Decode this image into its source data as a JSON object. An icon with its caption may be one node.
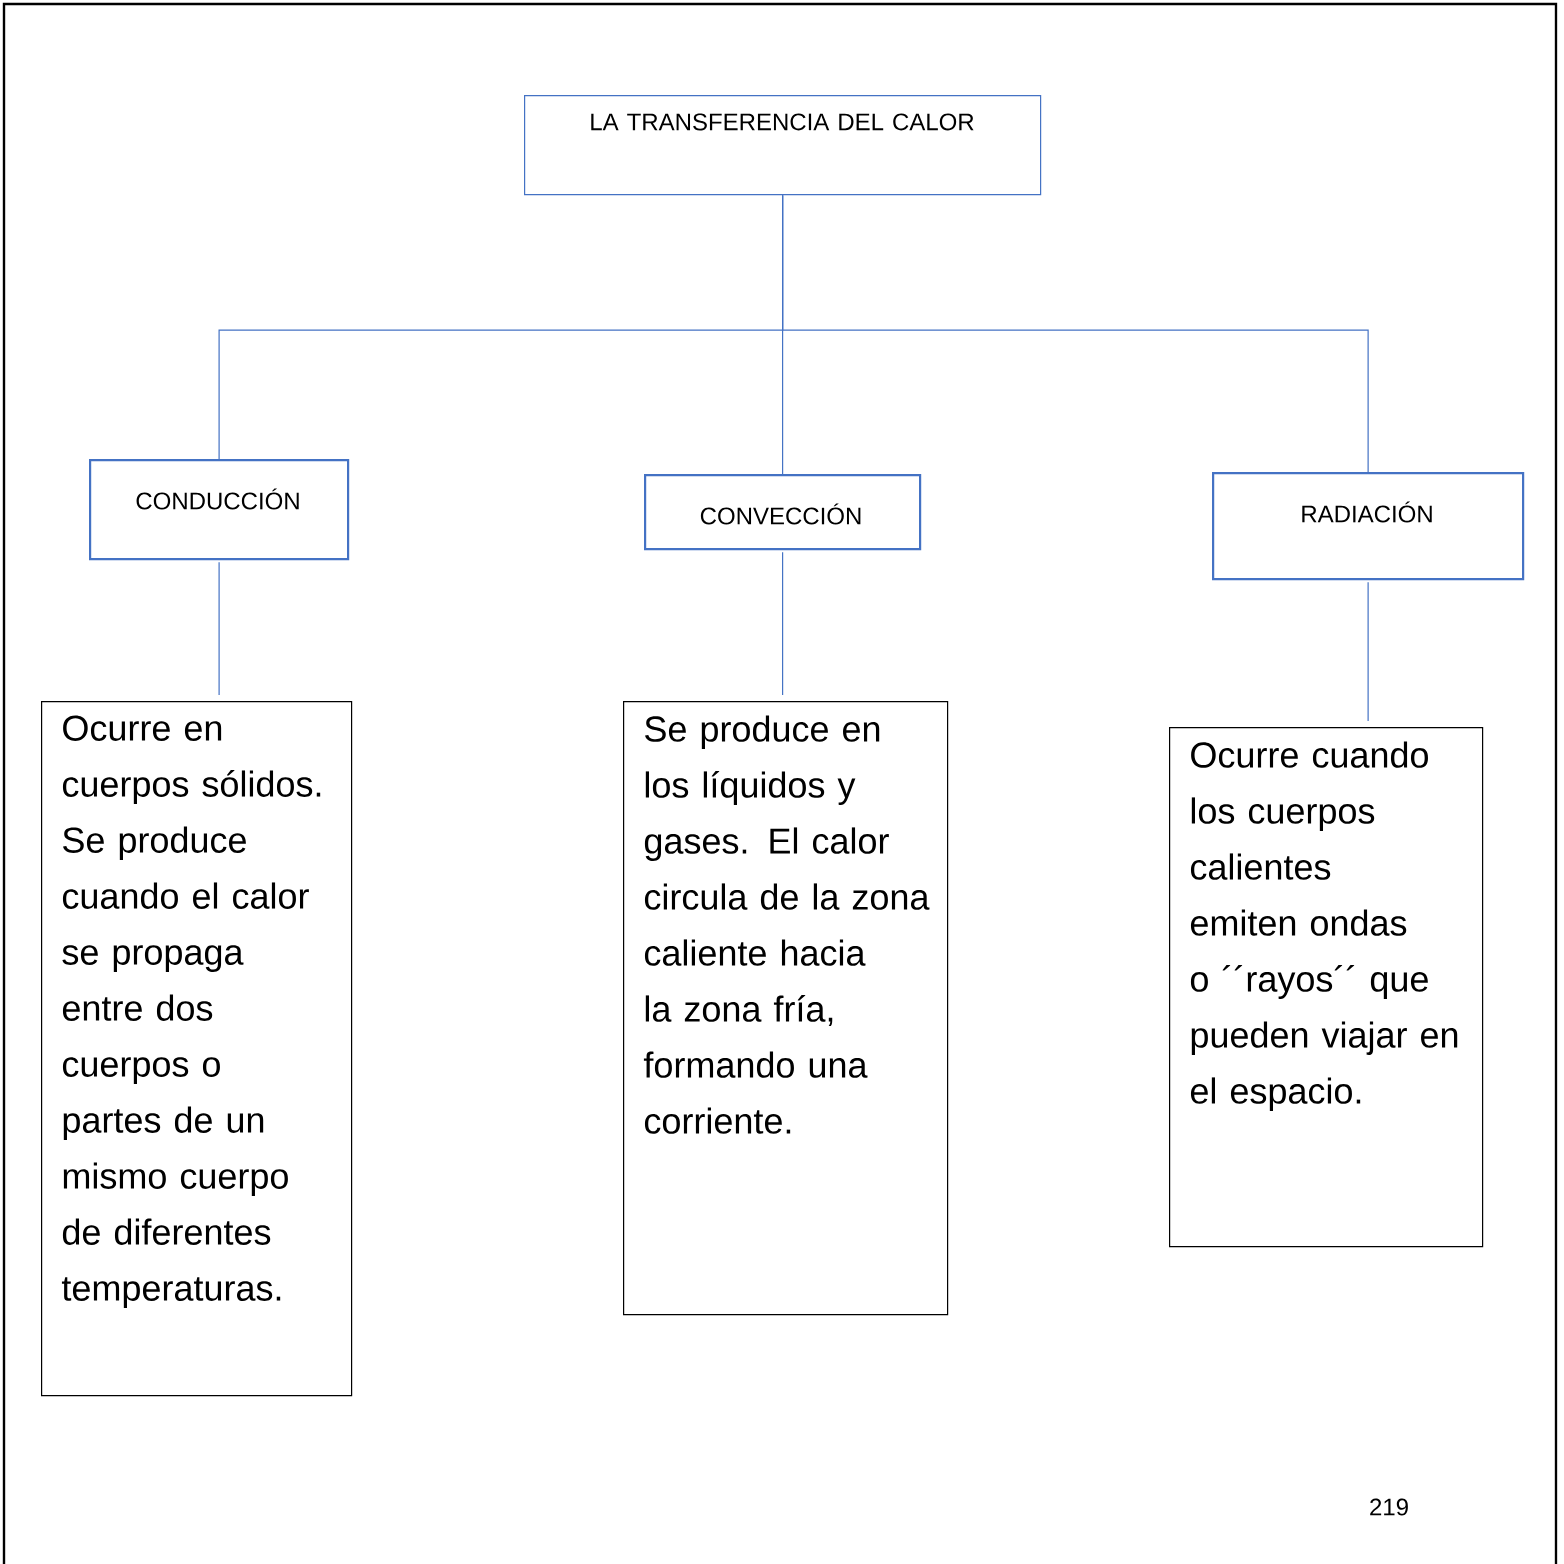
{
  "diagram": {
    "nodes": [
      {
        "text": [
          "LA TRANSFERENCIA DEL CALOR"
        ]
      },
      {
        "text": [
          "CONDUCCIÓN"
        ]
      },
      {
        "text": [
          "CONVECCIÓN"
        ]
      },
      {
        "text": [
          "RADIACIÓN"
        ]
      },
      {
        "text": [
          "Ocurre en cuerpos sólidos. Se produce cuando el calor se propaga entre dos cuerpos o partes de un mismo cuerpo de diferentes temperaturas."
        ]
      },
      {
        "text": [
          "Se produce en los líquidos y gases. El calor circula de la zona caliente hacia la zona fría, formando una corriente."
        ]
      },
      {
        "text": [
          "Ocurre cuando los cuerpos calientes emiten ondas o ´´rayos´´ que pueden viajar en el espacio."
        ]
      }
    ],
    "edges": [
      {
        "from": 0,
        "to": 1,
        "arrow": "none"
      },
      {
        "from": 0,
        "to": 2,
        "arrow": "none"
      },
      {
        "from": 0,
        "to": 3,
        "arrow": "none"
      },
      {
        "from": 1,
        "to": 4,
        "arrow": "none"
      },
      {
        "from": 2,
        "to": 5,
        "arrow": "none"
      },
      {
        "from": 3,
        "to": 6,
        "arrow": "none"
      }
    ],
    "labels": [
      "219"
    ]
  }
}
